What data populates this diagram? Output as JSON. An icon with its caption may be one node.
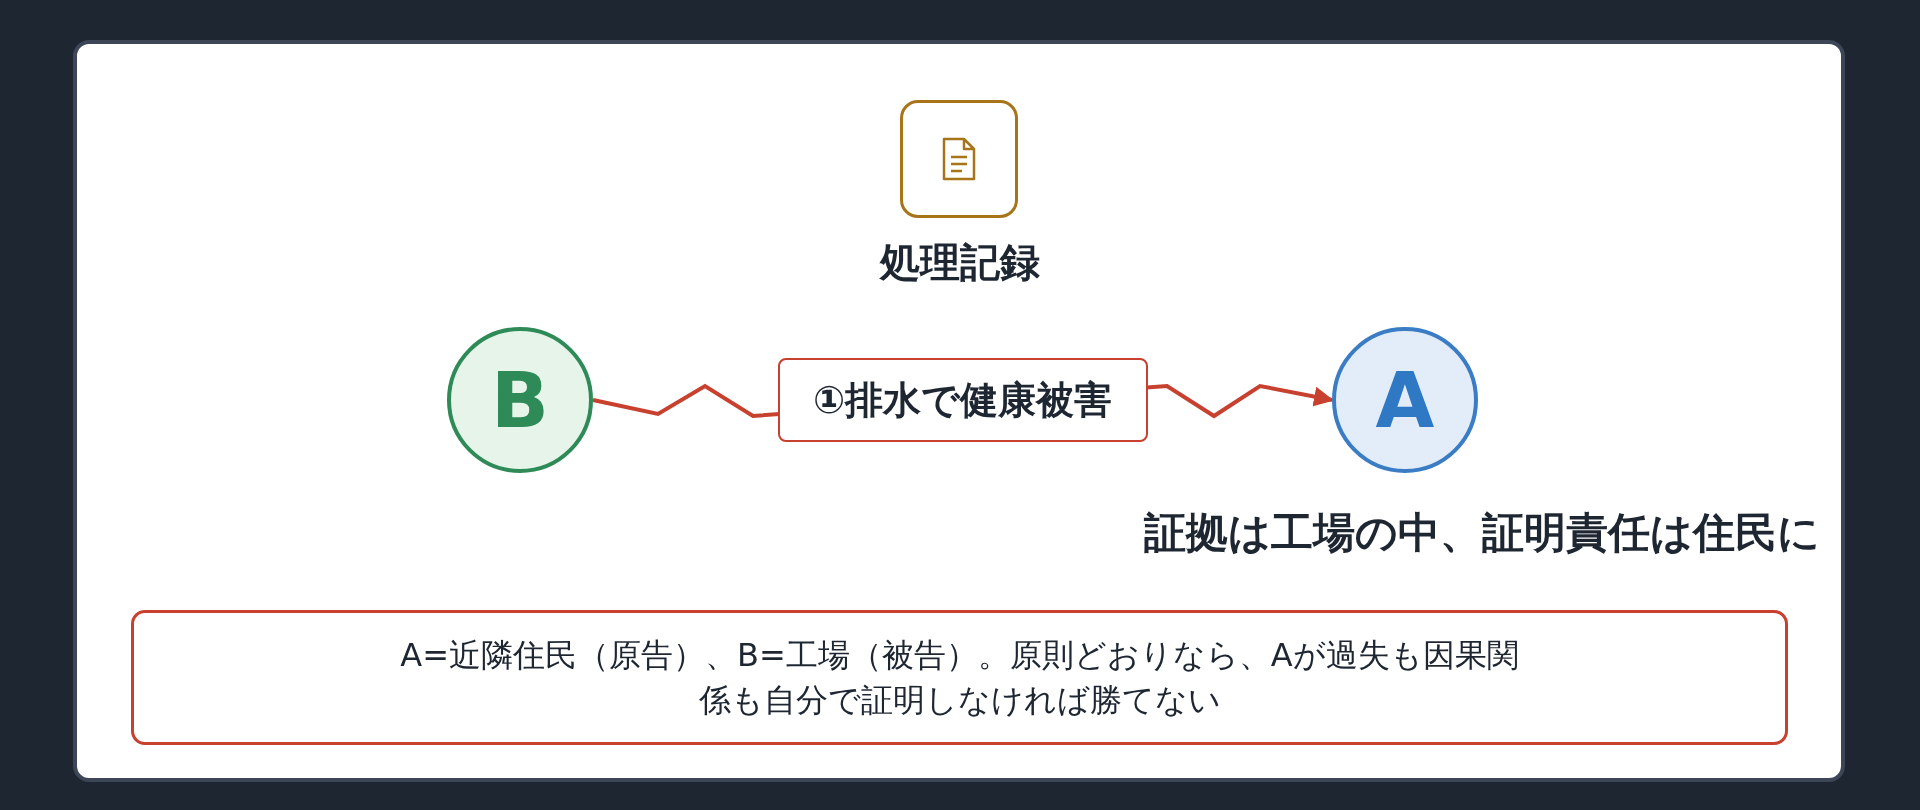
{
  "diagram": {
    "nodes": [
      {
        "text": [
          "処理記録"
        ]
      },
      {
        "text": [
          "B"
        ]
      },
      {
        "text": [
          "A"
        ],
        "beside": [
          "証拠は工場の中、証明責任は住民に"
        ]
      },
      {
        "text": [
          "A=近隣住民（原告）、B=工場（被告）。原則どおりなら、Aが過失も因果関係も自分で証明しなければ勝てない"
        ]
      }
    ],
    "edges": [
      {
        "from": 1,
        "to": 2,
        "arrow": "to",
        "label": "①排水で健康被害"
      }
    ]
  }
}
